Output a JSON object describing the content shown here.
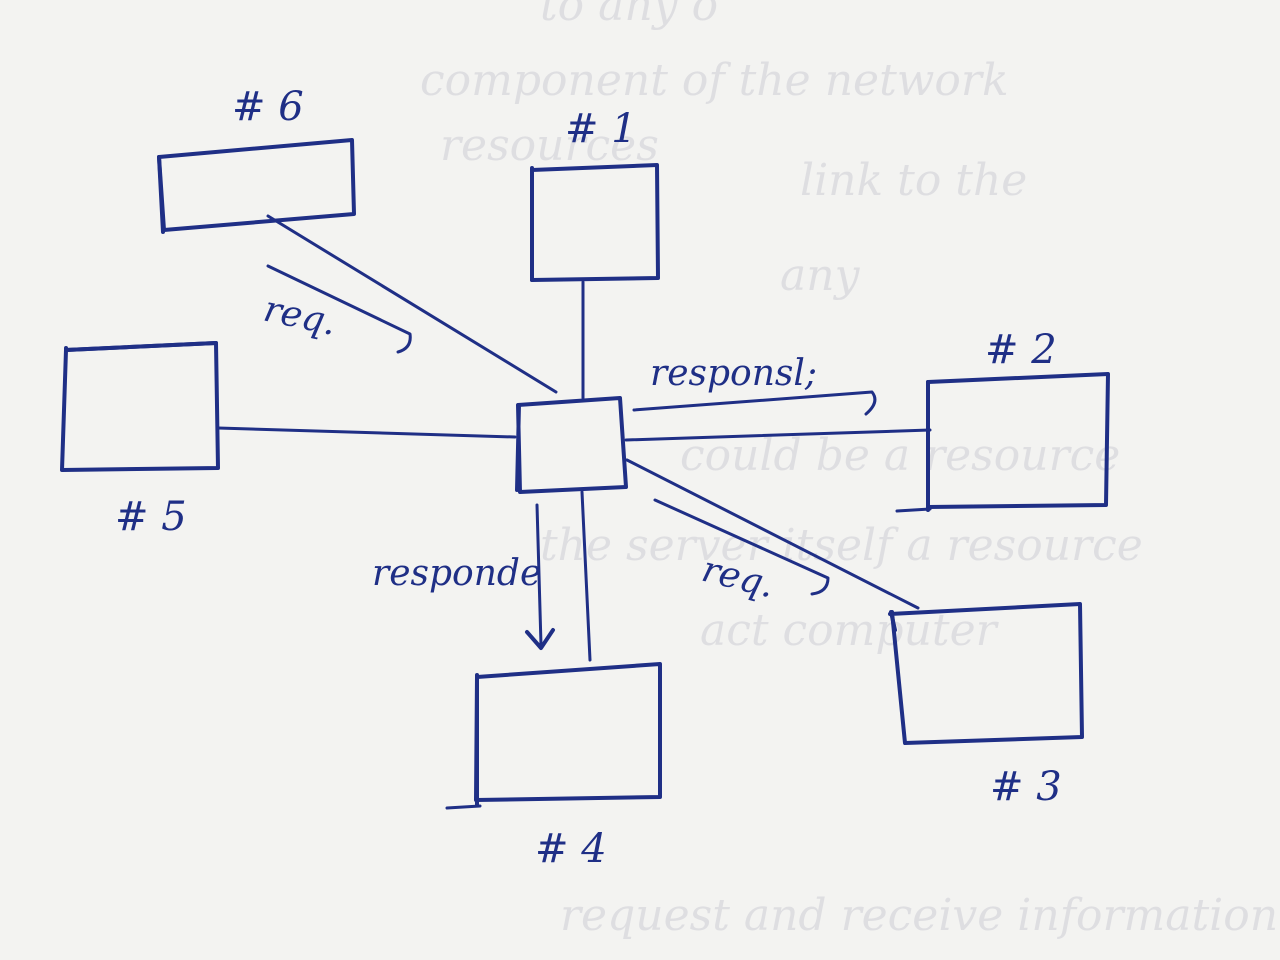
{
  "nodes": {
    "n1": "# 1",
    "n2": "# 2",
    "n3": "# 3",
    "n4": "# 4",
    "n5": "# 5",
    "n6": "# 6"
  },
  "edges": {
    "req_top_left": "req.",
    "req_bottom_right": "req.",
    "respond_right": "responsl;",
    "respond_down": "responde"
  },
  "background_text": {
    "top": "to any o",
    "lines": [
      "component of the network",
      "resources",
      "link to the",
      "any",
      "could be a resource",
      "the server itself a resource",
      "act computer",
      "request and receive information"
    ]
  }
}
